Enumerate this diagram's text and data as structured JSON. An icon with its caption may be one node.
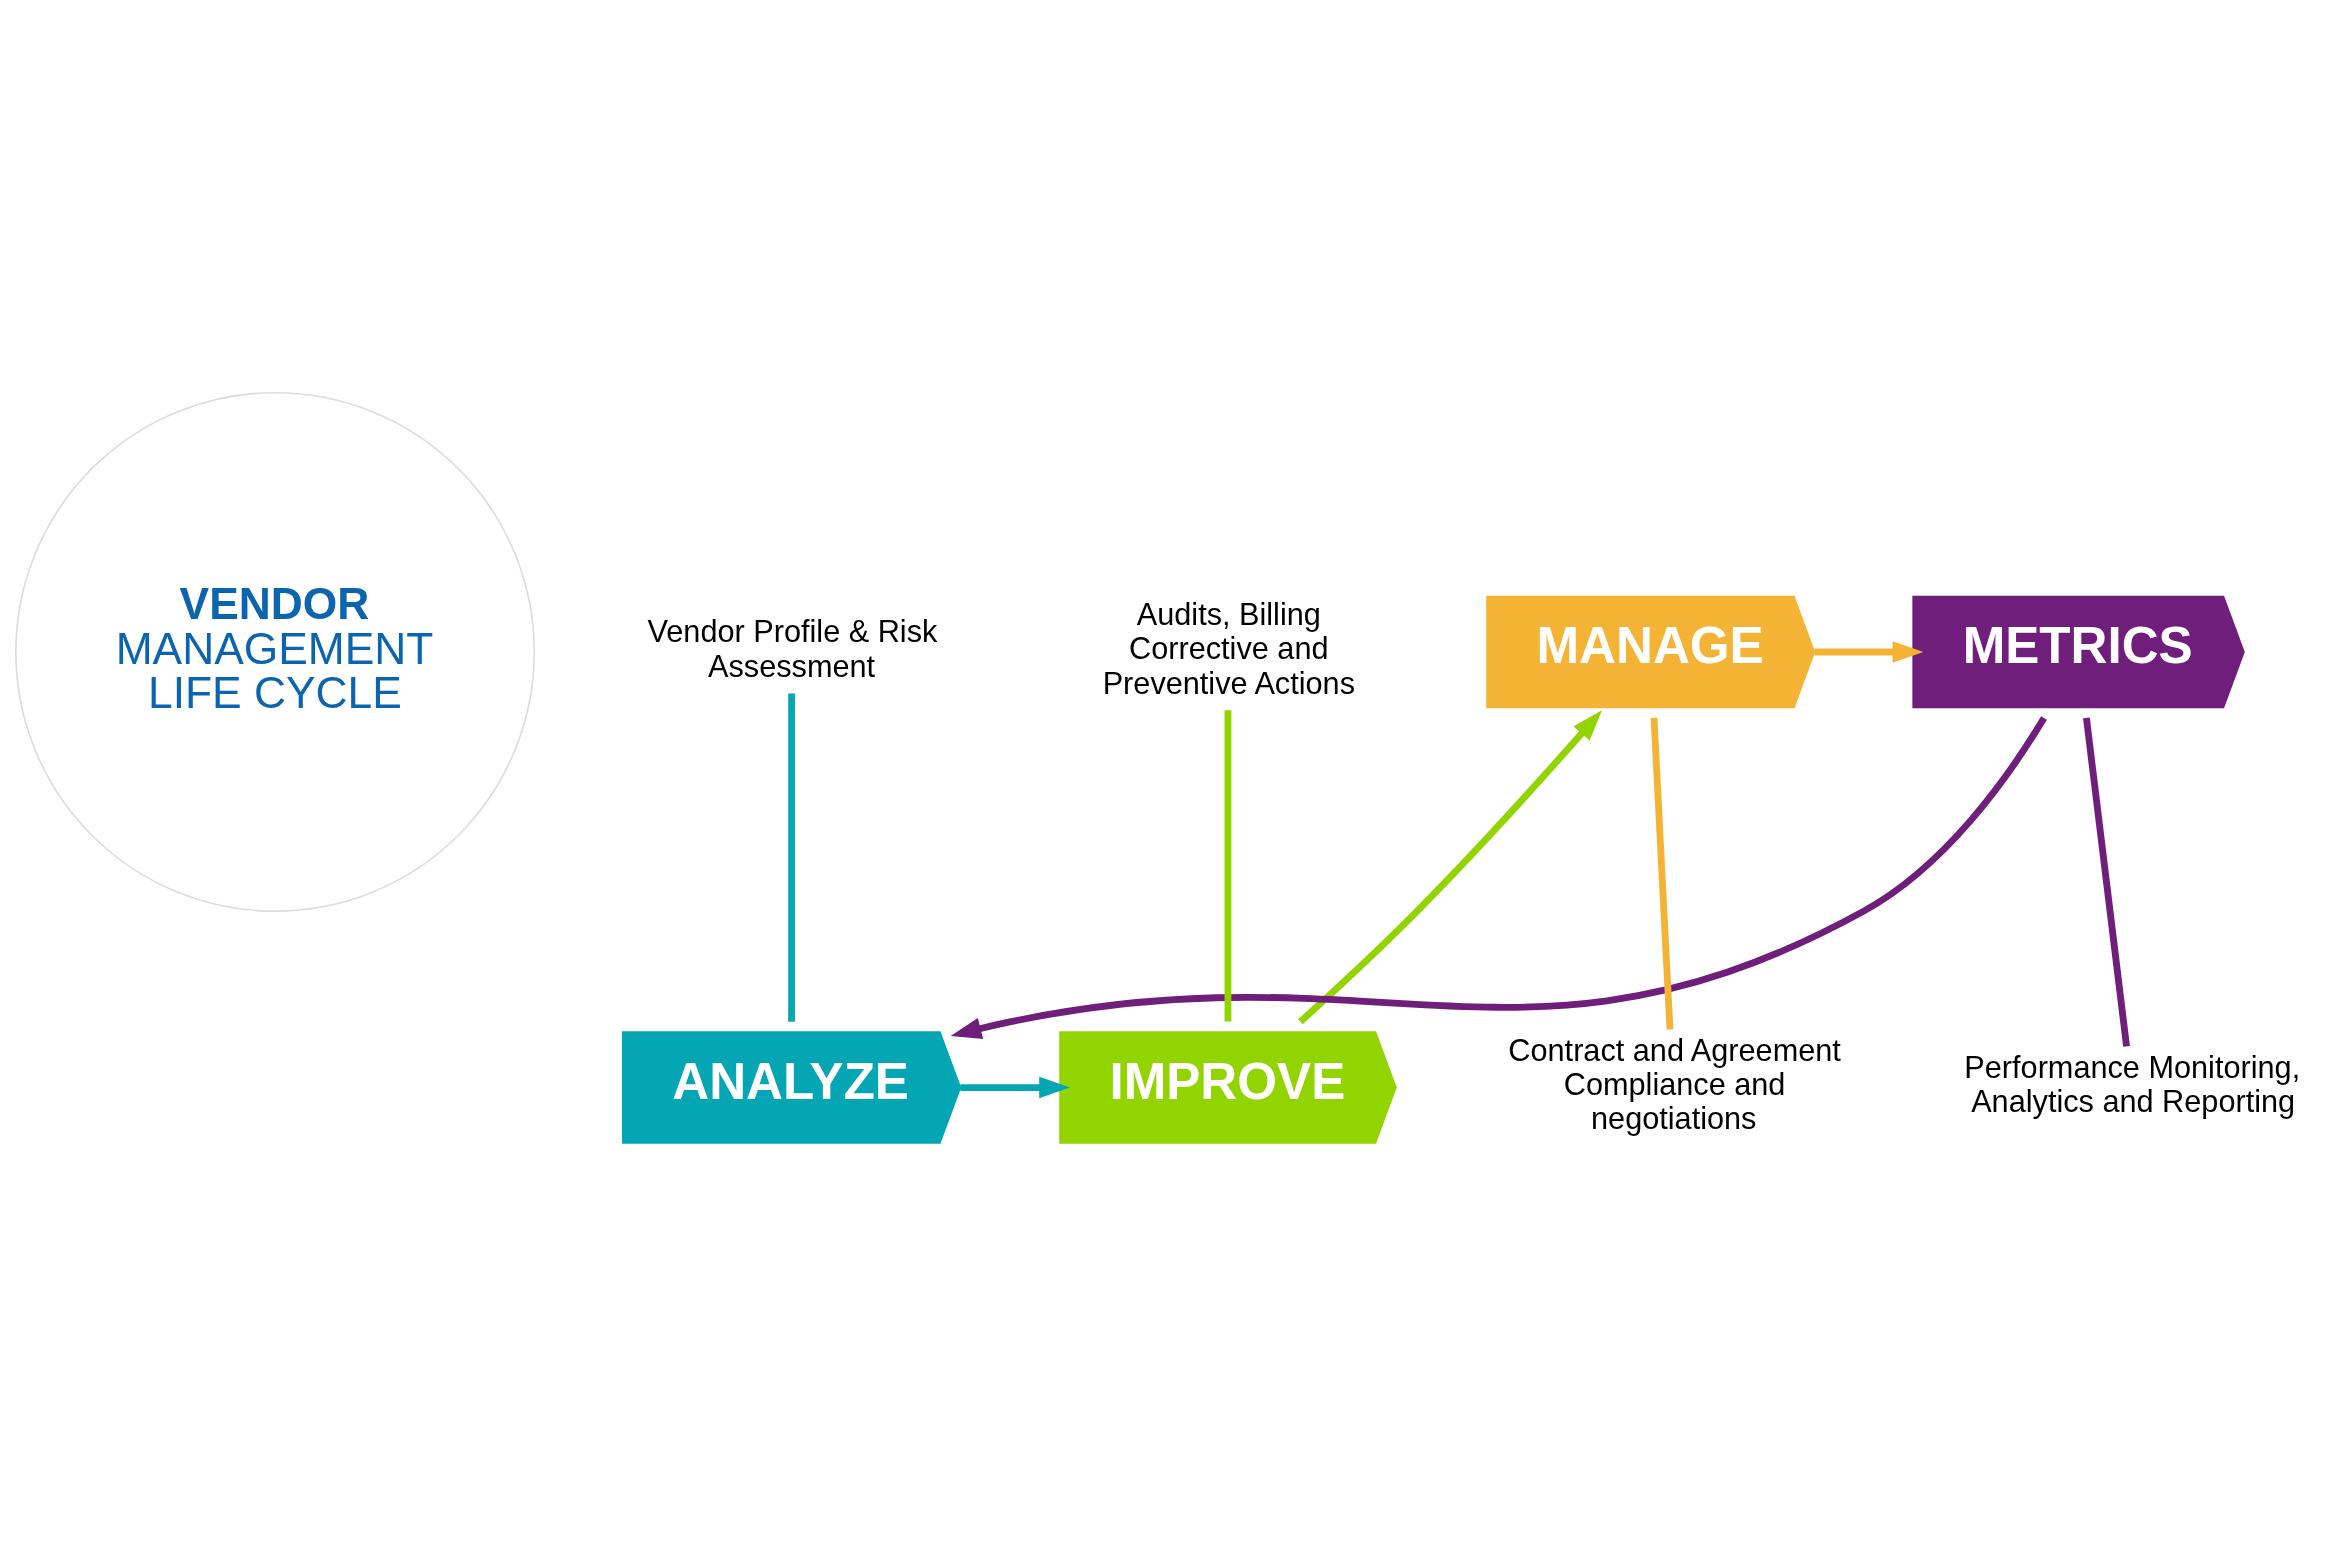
{
  "diagram": {
    "nodes": [
      {
        "text": [
          "VENDOR",
          "MANAGEMENT LIFE CYCLE"
        ]
      },
      {
        "text": [
          "ANALYZE"
        ]
      },
      {
        "text": [
          "IMPROVE"
        ]
      },
      {
        "text": [
          "MANAGE"
        ]
      },
      {
        "text": [
          "METRICS"
        ]
      },
      {
        "text": [
          "Vendor Profile & Risk Assessment"
        ]
      },
      {
        "text": [
          "Audits, Billing Corrective and Preventive Actions"
        ]
      },
      {
        "text": [
          "Contract and Agreement Compliance and negotiations"
        ]
      },
      {
        "text": [
          "Performance Monitoring, Analytics and Reporting"
        ]
      }
    ],
    "edges": [
      {
        "from": 1,
        "to": 2,
        "arrow": "to",
        "color": "#05a6b4"
      },
      {
        "from": 2,
        "to": 3,
        "arrow": "to",
        "color": "#92d400"
      },
      {
        "from": 3,
        "to": 4,
        "arrow": "to",
        "color": "#f5b335"
      },
      {
        "from": 4,
        "to": 1,
        "arrow": "to",
        "color": "#6f1f7b"
      },
      {
        "from": 5,
        "to": 1,
        "arrow": "none",
        "color": "#05a6b4"
      },
      {
        "from": 6,
        "to": 2,
        "arrow": "none",
        "color": "#92d400"
      },
      {
        "from": 7,
        "to": 3,
        "arrow": "none",
        "color": "#f5b335"
      },
      {
        "from": 8,
        "to": 4,
        "arrow": "none",
        "color": "#6f1f7b"
      }
    ]
  }
}
